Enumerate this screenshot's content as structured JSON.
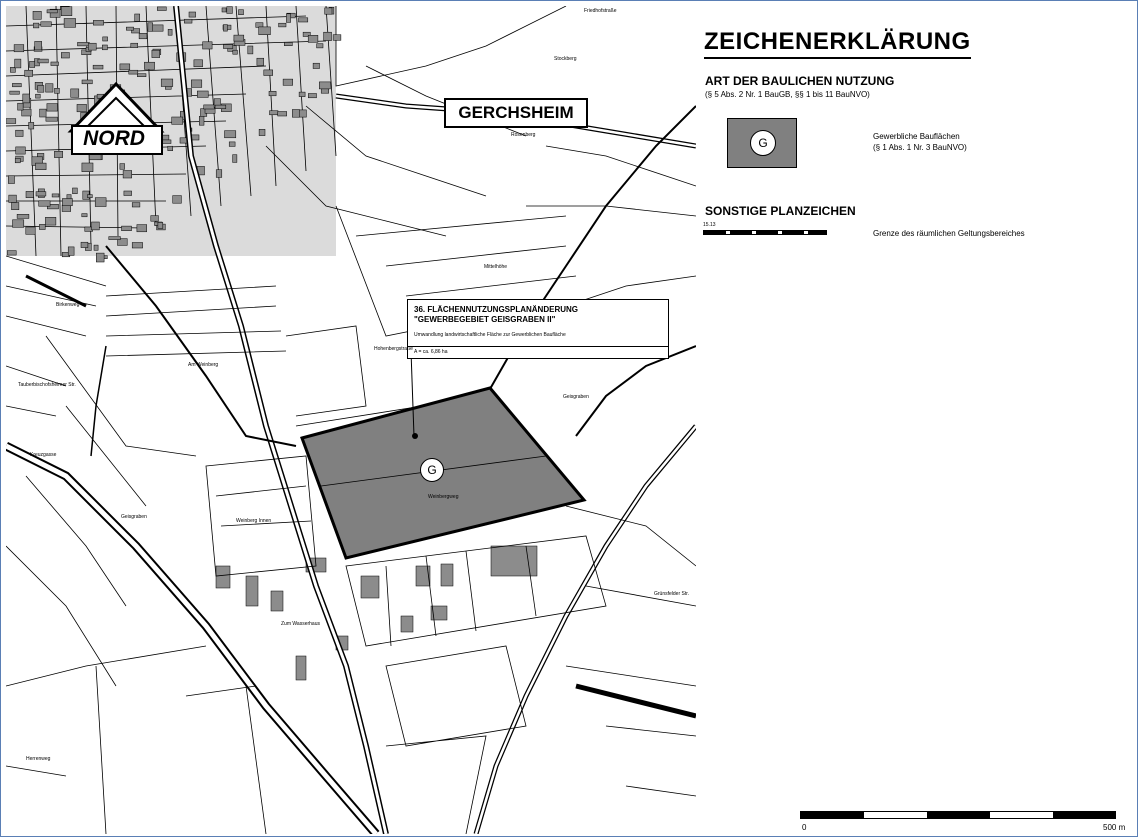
{
  "map": {
    "town_label": "GERCHSHEIM",
    "north_label": "NORD",
    "area_symbol": "G",
    "callout": {
      "title_line1": "36. FLÄCHENNUTZUNGSPLANÄNDERUNG",
      "title_line2": "\"GEWERBEGEBIET GEISGRABEN II\"",
      "description": "Umwandlung landwirtschaftliche Fläche zur Gewerblichen Baufläche",
      "area": "A = ca. 6,86 ha"
    },
    "street_labels": {
      "top": "Friedhofstraße",
      "s1": "Stockberg",
      "s2": "Rosenberg",
      "s3": "Birkenweg",
      "s4": "Mittelhöhe",
      "s5": "Tauberbischofsheimer Str.",
      "s6": "Kreuzgasse",
      "s7": "Am Weinberg",
      "s8": "Hohenbergstraße",
      "s9": "Geisgraben",
      "s10": "Weinbergweg",
      "s11": "Weinberg Innen",
      "s12": "Zum Wasserhaus",
      "s13": "Geisgraben",
      "s14": "Herrenweg",
      "s15": "Grünsfelder Str."
    }
  },
  "legend": {
    "title": "ZEICHENERKLÄRUNG",
    "section1": {
      "heading": "ART DER BAULICHEN NUTZUNG",
      "subheading": "(§ 5 Abs. 2 Nr. 1 BauGB, §§ 1 bis 11 BauNVO)",
      "symbol": "G",
      "item_line1": "Gewerbliche Bauflächen",
      "item_line2": "(§ 1 Abs. 1 Nr. 3 BauNVO)"
    },
    "section2": {
      "heading": "SONSTIGE PLANZEICHEN",
      "symbol_caption": "15.13",
      "item": "Grenze des räumlichen Geltungsbereiches"
    },
    "scale": {
      "min": "0",
      "max": "500 m"
    }
  },
  "colors": {
    "area_fill": "#808080",
    "frame": "#5a7fb5",
    "building": "#8c8c8c"
  }
}
